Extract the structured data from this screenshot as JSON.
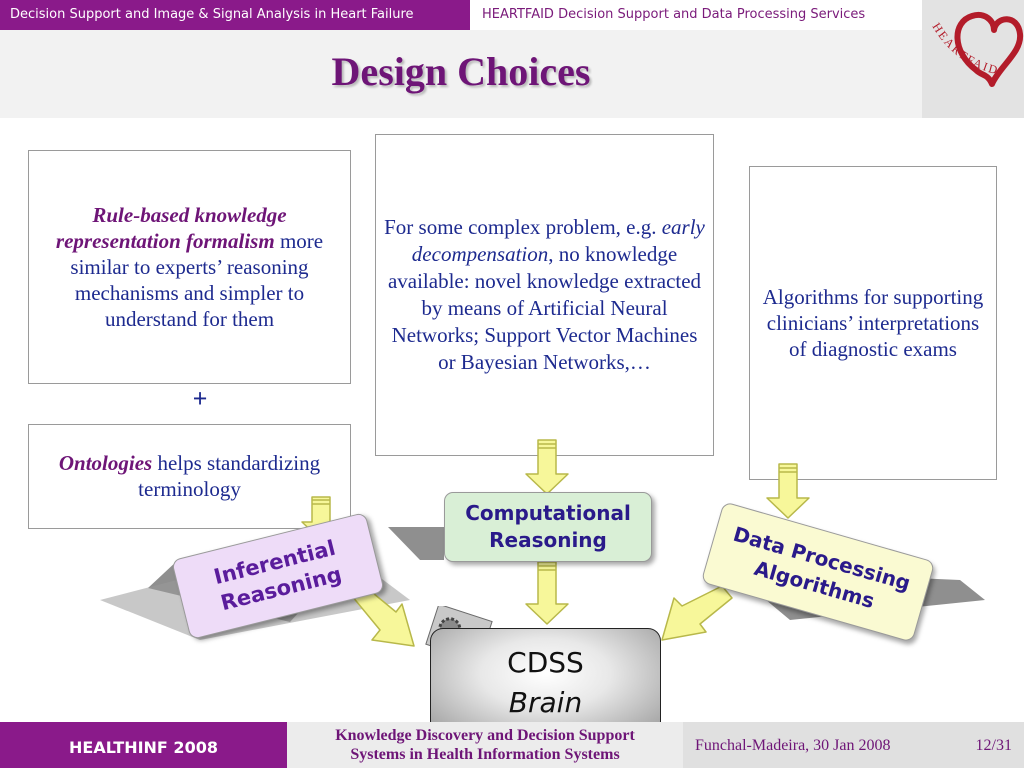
{
  "header": {
    "left_title": "Decision Support and Image & Signal Analysis in Heart Failure",
    "right_title": "HEARTFAID Decision Support and Data Processing Services"
  },
  "logo": {
    "text": "HEARTFAID",
    "icon": "heart-logo-icon",
    "color": "#b31c2a"
  },
  "slide": {
    "title": "Design Choices"
  },
  "boxes": {
    "rule": {
      "emph": "Rule-based knowledge representation formalism",
      "text": " more similar to experts’ reasoning mechanisms and simpler to understand for them"
    },
    "plus": "+",
    "ontology": {
      "emph": "Ontologies",
      "text": " helps standardizing terminology"
    },
    "ann": {
      "text1": "For some complex problem, e.g. ",
      "emph": "early decompensation",
      "text2": ", no knowledge available: novel knowledge extracted by means of Artificial Neural Networks; Support Vector Machines or Bayesian Networks,…"
    },
    "algo": {
      "text": "Algorithms for supporting clinicians’ interpretations of diagnostic exams"
    }
  },
  "labels": {
    "inferential": [
      "Inferential",
      "Reasoning"
    ],
    "computational": [
      "Computational",
      "Reasoning"
    ],
    "dataproc": [
      "Data Processing",
      "Algorithms"
    ]
  },
  "brain": {
    "line1": "CDSS",
    "line2": "Brain",
    "icon": "gears-icon"
  },
  "footer": {
    "conference": "HEALTHINF 2008",
    "talk_line1": "Knowledge Discovery and Decision Support",
    "talk_line2": "Systems in Health Information Systems",
    "date": "Funchal-Madeira, 30 Jan 2008",
    "page": "12/31"
  },
  "colors": {
    "brand": "#8a1a8a",
    "text_blue": "#1d2a8f",
    "emph_purple": "#6e1577",
    "arrow_fill": "#f7f79a",
    "arrow_stroke": "#b8b84a"
  }
}
